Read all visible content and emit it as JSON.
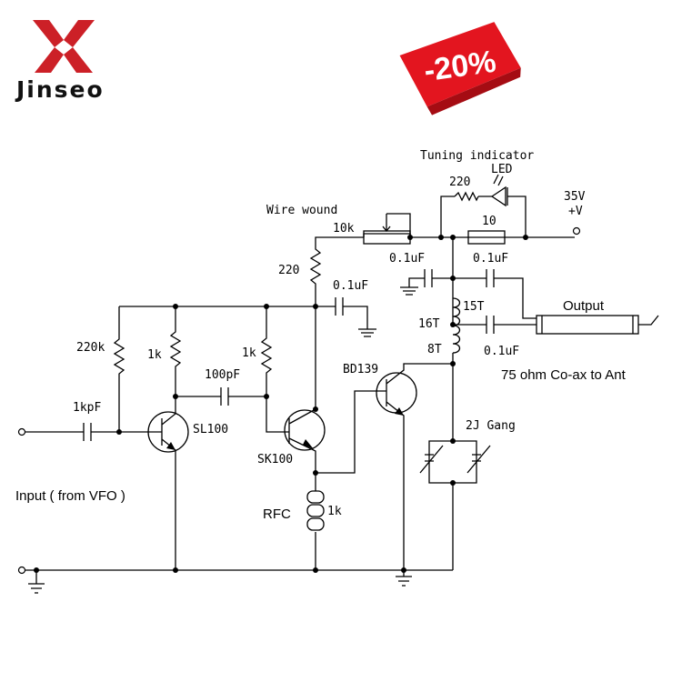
{
  "brand": {
    "name": "Jinseo",
    "logo_icon": "x-logo-icon",
    "logo_color": "#cc2027"
  },
  "badge": {
    "text": "-20%",
    "color": "#e3151f"
  },
  "labels": {
    "tuning_indicator": "Tuning indicator",
    "led": "LED",
    "r_220_top": "220",
    "supply_v": "35V",
    "supply_plus": "+V",
    "wire_wound": "Wire wound",
    "pot_10k": "10k",
    "r_10": "10",
    "r_220_collector": "220",
    "c_01_a": "0.1uF",
    "c_01_b": "0.1uF",
    "c_01_c": "0.1uF",
    "c_01_d": "0.1uF",
    "t_15": "15T",
    "t_16": "16T",
    "t_8": "8T",
    "output": "Output",
    "coax": "75 ohm Co-ax to Ant",
    "r_220k": "220k",
    "r_1k_a": "1k",
    "r_1k_b": "1k",
    "c_100pf": "100pF",
    "c_1kpf": "1kpF",
    "q_sl100": "SL100",
    "q_sk100": "SK100",
    "q_bd139": "BD139",
    "gang": "2J Gang",
    "rfc": "RFC",
    "rfc_1k": "1k",
    "input": "Input ( from VFO )"
  }
}
